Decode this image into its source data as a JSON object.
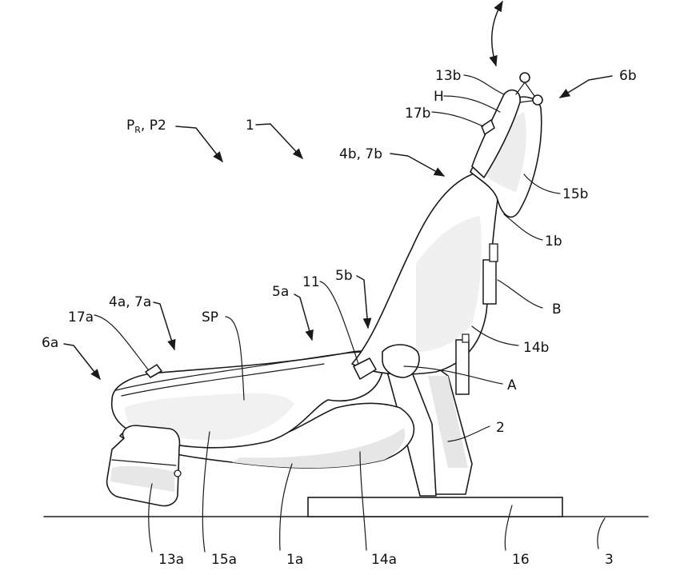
{
  "labels": {
    "l_13b": "13b",
    "l_h": "H",
    "l_17b": "17b",
    "l_6b": "6b",
    "l_pr": "P",
    "l_pr_sub": "R",
    "l_pr_rest": ", P2",
    "l_1": "1",
    "l_4b7b": "4b, 7b",
    "l_15b": "15b",
    "l_1b": "1b",
    "l_5a": "5a",
    "l_11": "11",
    "l_5b": "5b",
    "l_b": "B",
    "l_4a7a": "4a, 7a",
    "l_17a": "17a",
    "l_sp": "SP",
    "l_6a": "6a",
    "l_14b": "14b",
    "l_a": "A",
    "l_2": "2",
    "l_13a": "13a",
    "l_15a": "15a",
    "l_1a": "1a",
    "l_14a": "14a",
    "l_16": "16",
    "l_3": "3"
  }
}
